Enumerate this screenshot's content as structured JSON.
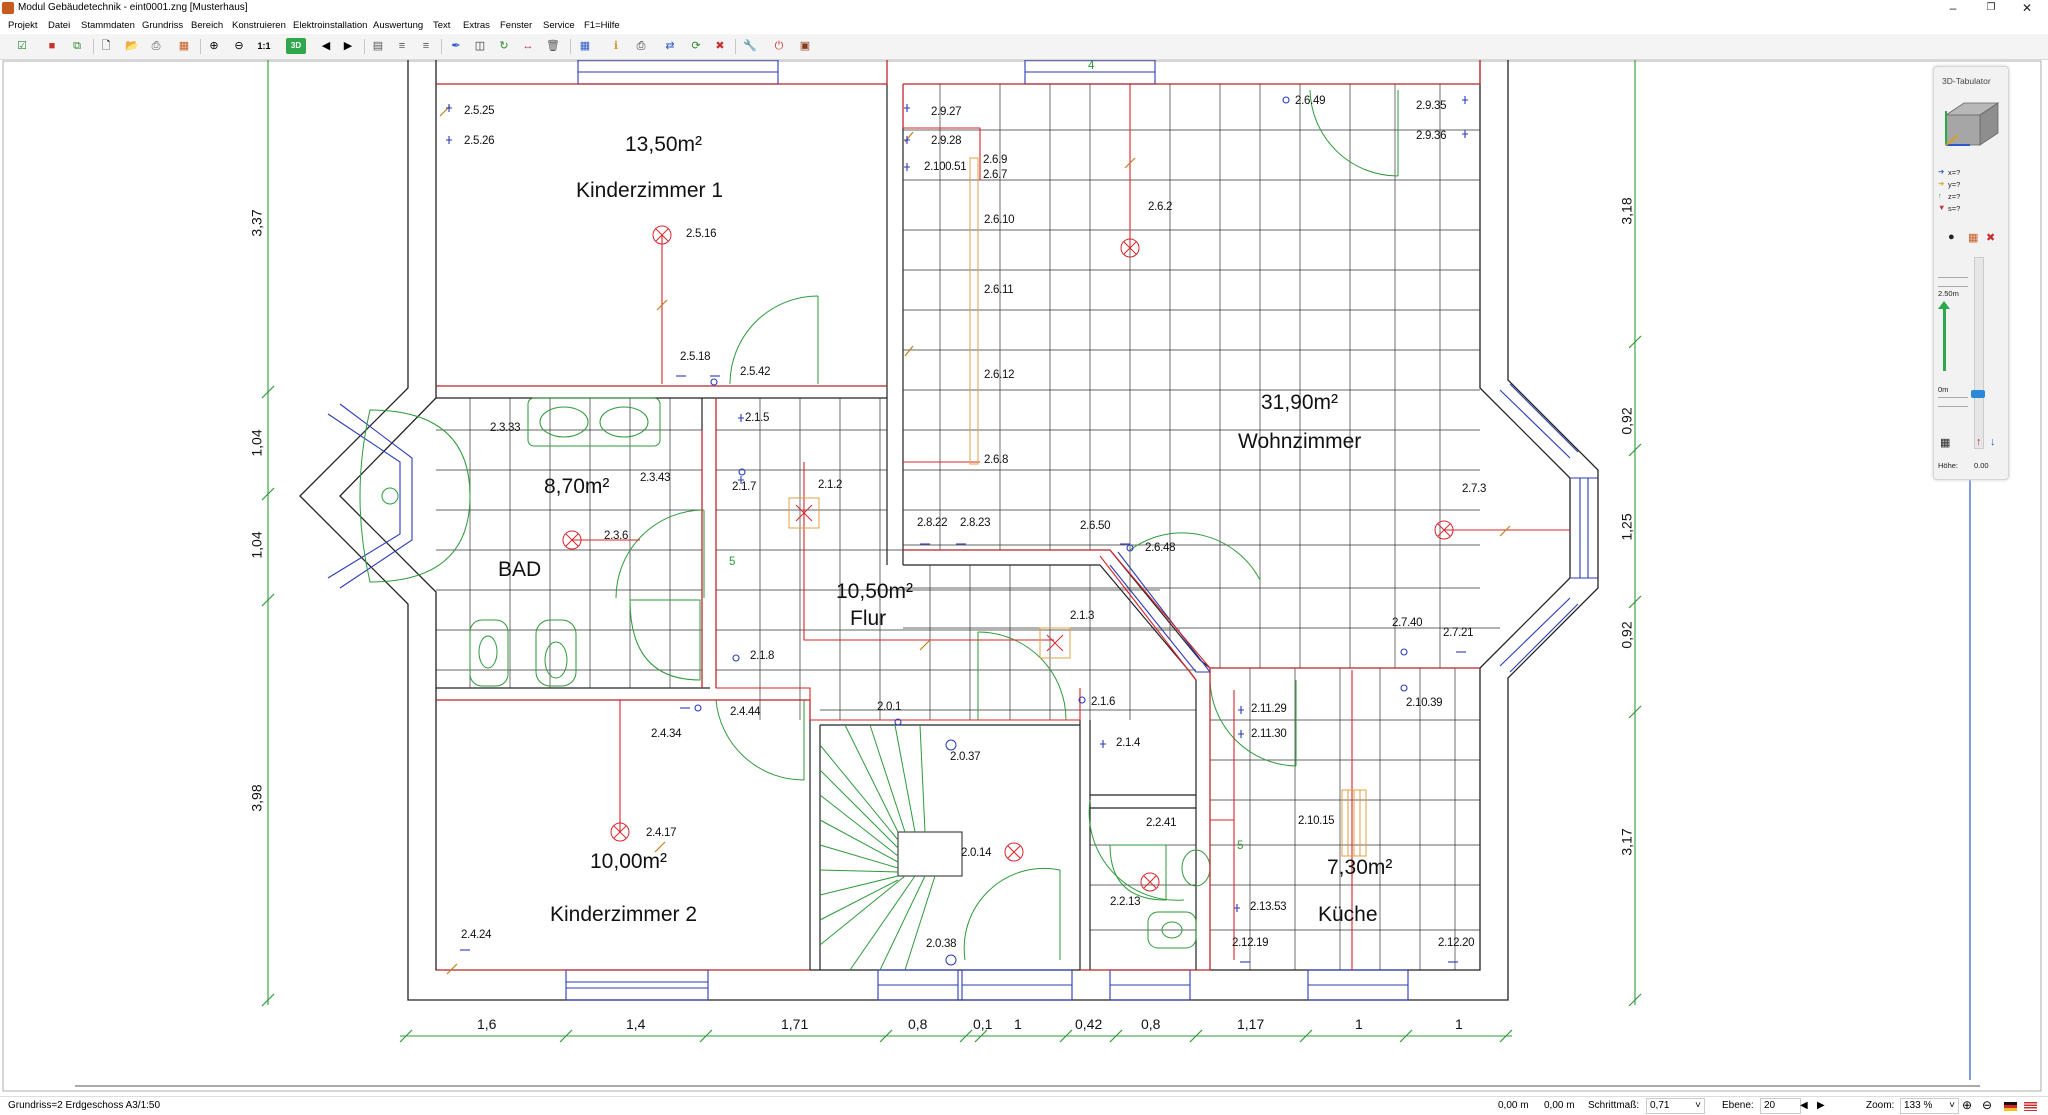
{
  "window": {
    "title": "Modul Gebäudetechnik - eint0001.zng [Musterhaus]"
  },
  "menu": [
    "Projekt",
    "Datei",
    "Stammdaten",
    "Grundriss",
    "Bereich",
    "Konstruieren",
    "Elektroinstallation",
    "Auswertung",
    "Text",
    "Extras",
    "Fenster",
    "Service",
    "F1=Hilfe"
  ],
  "toolbar": {
    "one_to_one": "1:1",
    "three_d": "3D"
  },
  "rooms": [
    {
      "area": "13,50m²",
      "name": "Kinderzimmer 1"
    },
    {
      "area": "8,70m²",
      "name": "BAD"
    },
    {
      "area": "10,50m²",
      "name": "Flur"
    },
    {
      "area": "31,90m²",
      "name": "Wohnzimmer"
    },
    {
      "area": "10,00m²",
      "name": "Kinderzimmer 2"
    },
    {
      "area": "7,30m²",
      "name": "Küche"
    }
  ],
  "symbols": [
    "2.5.25",
    "2.5.26",
    "2.5.16",
    "2.5.18",
    "2.5.42",
    "2.9.27",
    "2.9.28",
    "2.100.51",
    "2.6.9",
    "2.6.7",
    "2.6.10",
    "2.6.11",
    "2.6.12",
    "2.6.8",
    "2.6.2",
    "2.6.49",
    "2.9.35",
    "2.9.36",
    "2.3.33",
    "2.3.43",
    "2.3.6",
    "2.1.5",
    "2.1.7",
    "2.1.2",
    "2.1.8",
    "2.8.22",
    "2.8.23",
    "2.6.50",
    "2.6.48",
    "2.1.3",
    "2.7.3",
    "2.7.40",
    "2.7.21",
    "2.10.39",
    "2.4.44",
    "2.4.34",
    "2.0.1",
    "2.0.37",
    "2.1.6",
    "2.1.4",
    "2.11.29",
    "2.11.30",
    "2.4.17",
    "2.0.14",
    "2.2.41",
    "2.2.13",
    "2.10.15",
    "2.13.53",
    "2.0.38",
    "2.4.24",
    "2.12.19",
    "2.12.20",
    "4",
    "5",
    "5"
  ],
  "dims_bottom": [
    "1,6",
    "1,4",
    "1,71",
    "0,8",
    "0,1",
    "1",
    "0,42",
    "0,8",
    "1,17",
    "1",
    "1"
  ],
  "dims_left": [
    "3,37",
    "1,04",
    "1,04",
    "3,98"
  ],
  "dims_right": [
    "3,18",
    "0,92",
    "1,25",
    "0,92",
    "3,17"
  ],
  "tab3d": {
    "title": "3D-Tabulator",
    "x": "x=?",
    "y": "y=?",
    "z": "z=?",
    "s": "s=?",
    "height_top": "2.50m",
    "height_bottom": "0m",
    "hoehe_label": "Höhe:",
    "hoehe_value": "0.00"
  },
  "status": {
    "grundriss": "Grundriss=2  Erdgeschoss  A3/1:50",
    "x": "0,00 m",
    "y": "0,00 m",
    "schritt_label": "Schrittmaß:",
    "schritt_value": "0,71",
    "ebene_label": "Ebene:",
    "ebene_value": "20",
    "zoom_label": "Zoom:",
    "zoom_value": "133 %"
  }
}
